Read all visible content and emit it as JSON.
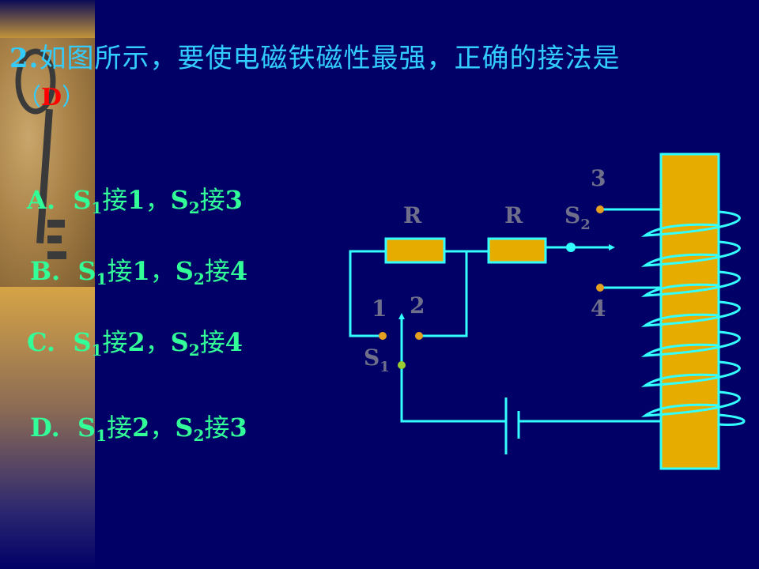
{
  "question": {
    "number": "2.",
    "text": "如图所示，要使电磁铁磁性最强，正确的接法是",
    "open_paren": "（",
    "answer": "D",
    "close_paren": "）"
  },
  "options": [
    {
      "letter": "A.",
      "s1_sub": "1",
      "s1_pos": "1",
      "s2_sub": "2",
      "s2_pos": "3"
    },
    {
      "letter": "B.",
      "s1_sub": "1",
      "s1_pos": "1",
      "s2_sub": "2",
      "s2_pos": "4"
    },
    {
      "letter": "C.",
      "s1_sub": "1",
      "s1_pos": "2",
      "s2_sub": "2",
      "s2_pos": "4"
    },
    {
      "letter": "D.",
      "s1_sub": "1",
      "s1_pos": "2",
      "s2_sub": "2",
      "s2_pos": "3"
    }
  ],
  "option_text": {
    "s": "S",
    "connect": "接",
    "comma": "，"
  },
  "diagram": {
    "resistor_label": "R",
    "switch_s2": {
      "letter": "S",
      "sub": "2"
    },
    "switch_s1": {
      "letter": "S",
      "sub": "1"
    },
    "terminals": {
      "t1": "1",
      "t2": "2",
      "t3": "3",
      "t4": "4"
    }
  },
  "colors": {
    "background": "#000066",
    "wire": "#33ffff",
    "core": "#e6ac00",
    "contact": "#e6a020",
    "option_text": "#33ff99",
    "title_text": "#33ccff",
    "answer": "#ff0000",
    "label_grey": "#6f6f8c"
  }
}
